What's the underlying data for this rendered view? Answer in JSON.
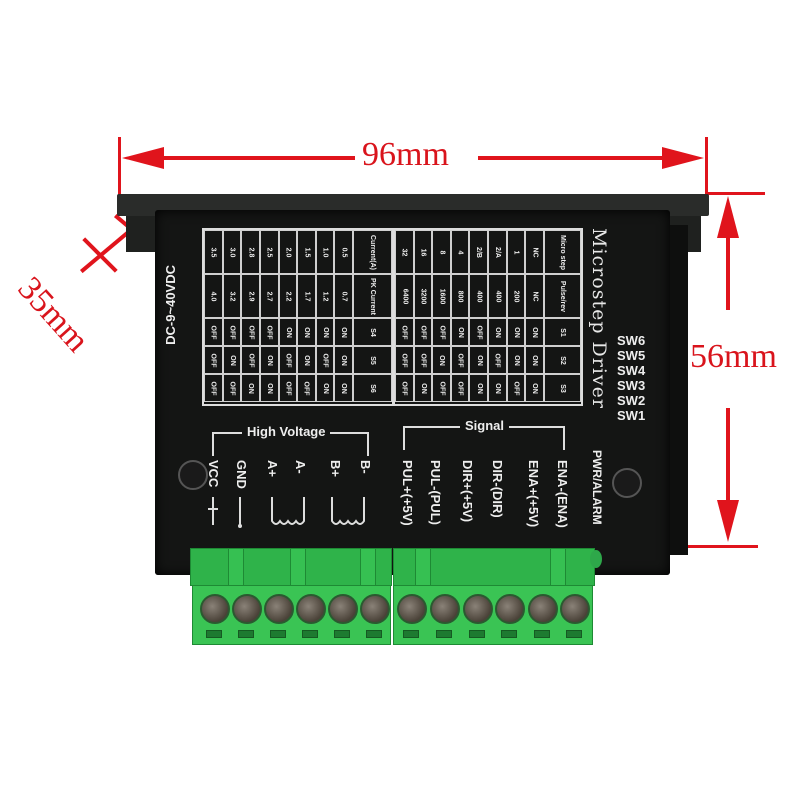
{
  "dimensions": {
    "width": "96mm",
    "height": "56mm",
    "depth": "35mm"
  },
  "device": {
    "title": "Microstep Driver",
    "voltage": "DC-9~40VDC",
    "switch_labels": [
      "SW6",
      "SW5",
      "SW4",
      "SW3",
      "SW2",
      "SW1"
    ],
    "current_table": {
      "headers": [
        "Current(A)",
        "PK Current",
        "S4",
        "S5",
        "S6"
      ],
      "rows": [
        [
          "0.5",
          "0.7",
          "ON",
          "ON",
          "ON"
        ],
        [
          "1.0",
          "1.2",
          "ON",
          "OFF",
          "ON"
        ],
        [
          "1.5",
          "1.7",
          "ON",
          "ON",
          "OFF"
        ],
        [
          "2.0",
          "2.2",
          "ON",
          "OFF",
          "OFF"
        ],
        [
          "2.5",
          "2.7",
          "OFF",
          "ON",
          "ON"
        ],
        [
          "2.8",
          "2.9",
          "OFF",
          "OFF",
          "ON"
        ],
        [
          "3.0",
          "3.2",
          "OFF",
          "ON",
          "OFF"
        ],
        [
          "3.5",
          "4.0",
          "OFF",
          "OFF",
          "OFF"
        ]
      ]
    },
    "microstep_table": {
      "headers": [
        "Micro step",
        "Pulse/rev",
        "S1",
        "S2",
        "S3"
      ],
      "rows": [
        [
          "NC",
          "NC",
          "ON",
          "ON",
          "ON"
        ],
        [
          "1",
          "200",
          "ON",
          "ON",
          "OFF"
        ],
        [
          "2/A",
          "400",
          "ON",
          "OFF",
          "ON"
        ],
        [
          "2/B",
          "400",
          "OFF",
          "ON",
          "ON"
        ],
        [
          "4",
          "800",
          "ON",
          "OFF",
          "OFF"
        ],
        [
          "8",
          "1600",
          "OFF",
          "ON",
          "OFF"
        ],
        [
          "16",
          "3200",
          "OFF",
          "OFF",
          "ON"
        ],
        [
          "32",
          "6400",
          "OFF",
          "OFF",
          "OFF"
        ]
      ]
    },
    "high_voltage": {
      "label": "High Voltage",
      "pins": [
        "VCC",
        "GND",
        "A+",
        "A-",
        "B+",
        "B-"
      ]
    },
    "signal": {
      "label": "Signal",
      "pins": [
        "PUL+(+5V)",
        "PUL-(PUL)",
        "DIR+(+5V)",
        "DIR-(DIR)",
        "ENA+(+5V)",
        "ENA-(ENA)"
      ]
    },
    "indicator": "PWR/ALARM"
  },
  "colors": {
    "dimension_red": "#e0141c",
    "body_black": "#141514",
    "terminal_green": "#2fb34a"
  }
}
